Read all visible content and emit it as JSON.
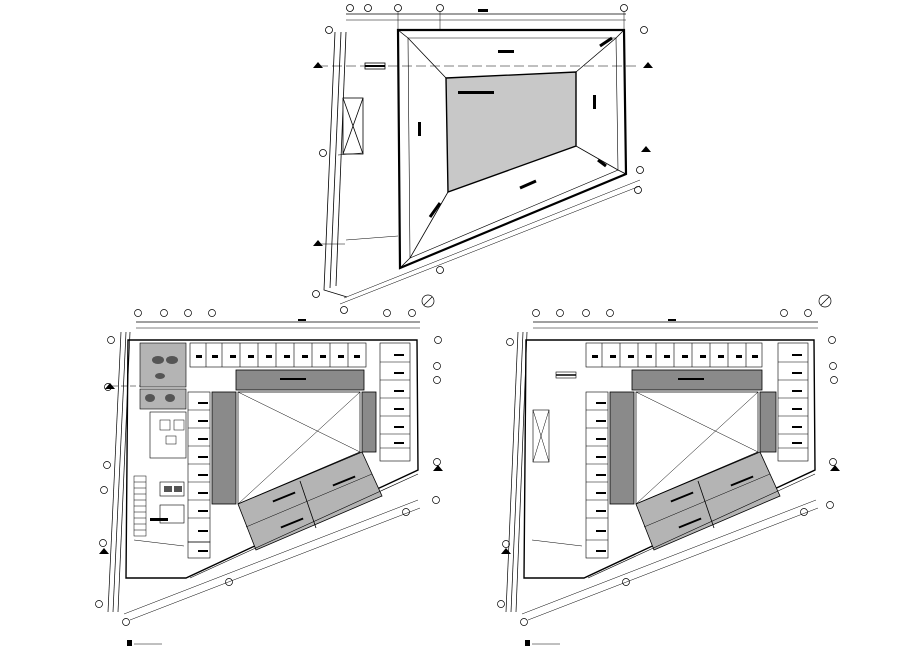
{
  "sheet": {
    "description_hidden": "",
    "plans": [
      {
        "id": "roof-plan"
      },
      {
        "id": "ground-floor-plan"
      },
      {
        "id": "upper-floor-plan"
      }
    ]
  },
  "colors": {
    "line": "#000000",
    "roof_fill": "#c8c8c8",
    "wall_fill": "#8a8a8a",
    "dark_fill": "#555555",
    "hatch_fill": "#b4b4b4"
  },
  "icons": {
    "north_arrow": "north-arrow-icon",
    "grid_bubble": "grid-bubble-icon",
    "section_marker": "section-marker-icon"
  }
}
